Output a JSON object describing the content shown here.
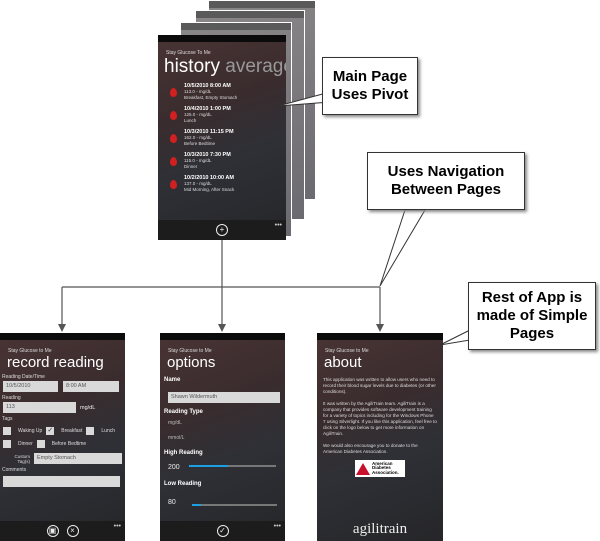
{
  "app_name": "Stay Glucose To Me",
  "main_page": {
    "pivot_active": "history",
    "pivot_next": "average",
    "items": [
      {
        "date": "10/5/2010 8:00 AM",
        "reading": "113.0 - mg/dL",
        "tags": "Breakfast, Empty Stomach"
      },
      {
        "date": "10/4/2010 1:00 PM",
        "reading": "125.0 - mg/dL",
        "tags": "Lunch"
      },
      {
        "date": "10/3/2010 11:15 PM",
        "reading": "162.0 - mg/dL",
        "tags": "Before Bedtime"
      },
      {
        "date": "10/3/2010 7:30 PM",
        "reading": "115.0 - mg/dL",
        "tags": "Dinner"
      },
      {
        "date": "10/2/2010 10:00 AM",
        "reading": "137.0 - mg/dL",
        "tags": "Mid Morning, After Snack"
      }
    ]
  },
  "record": {
    "app_name": "Stay Glucose to Me",
    "title": "record reading",
    "date_label": "Reading Date/Time",
    "date": "10/5/2010",
    "time": "8:00 AM",
    "reading_label": "Reading",
    "reading": "113",
    "unit": "mg/dL",
    "tags_label": "Tags",
    "tags": {
      "waking": "Waking Up",
      "breakfast": "Breakfast",
      "lunch": "Lunch",
      "dinner": "Dinner",
      "bedtime": "Before Bedtime"
    },
    "custom_label": "Custom Tag(s)",
    "custom": "Empty Stomach",
    "comments_label": "Comments",
    "comments": ""
  },
  "options": {
    "app_name": "Stay Glucose to Me",
    "title": "options",
    "name_label": "Name",
    "name": "Shawn Wildermuth",
    "type_label": "Reading Type",
    "type1": "mg/dL",
    "type2": "mmol/L",
    "high_label": "High Reading",
    "high": "200",
    "high_fraction": 0.45,
    "low_label": "Low Reading",
    "low": "80",
    "low_fraction": 0.1
  },
  "about": {
    "app_name": "Stay Glucose to Me",
    "title": "about",
    "p1": "This application was written to allow users who need to record their blood sugar levels due to diabetes (or other conditions).",
    "p2": "It was written by the AgiliTrain team. AgiliTrain is a company that provides software development training for a variety of topics including for the Windows Phone 7 using Silverlight. If you like this application, feel free to click on the logo below to get more information on AgiliTrain.",
    "p3": "We would also encourage you to donate to the American Diabetes Association.",
    "ada_logo": "American Diabetes Association.",
    "brand": "agilitrain"
  },
  "callouts": {
    "pivot": "Main Page Uses Pivot",
    "nav": "Uses Navigation Between Pages",
    "simple": "Rest of App is made of Simple Pages"
  }
}
